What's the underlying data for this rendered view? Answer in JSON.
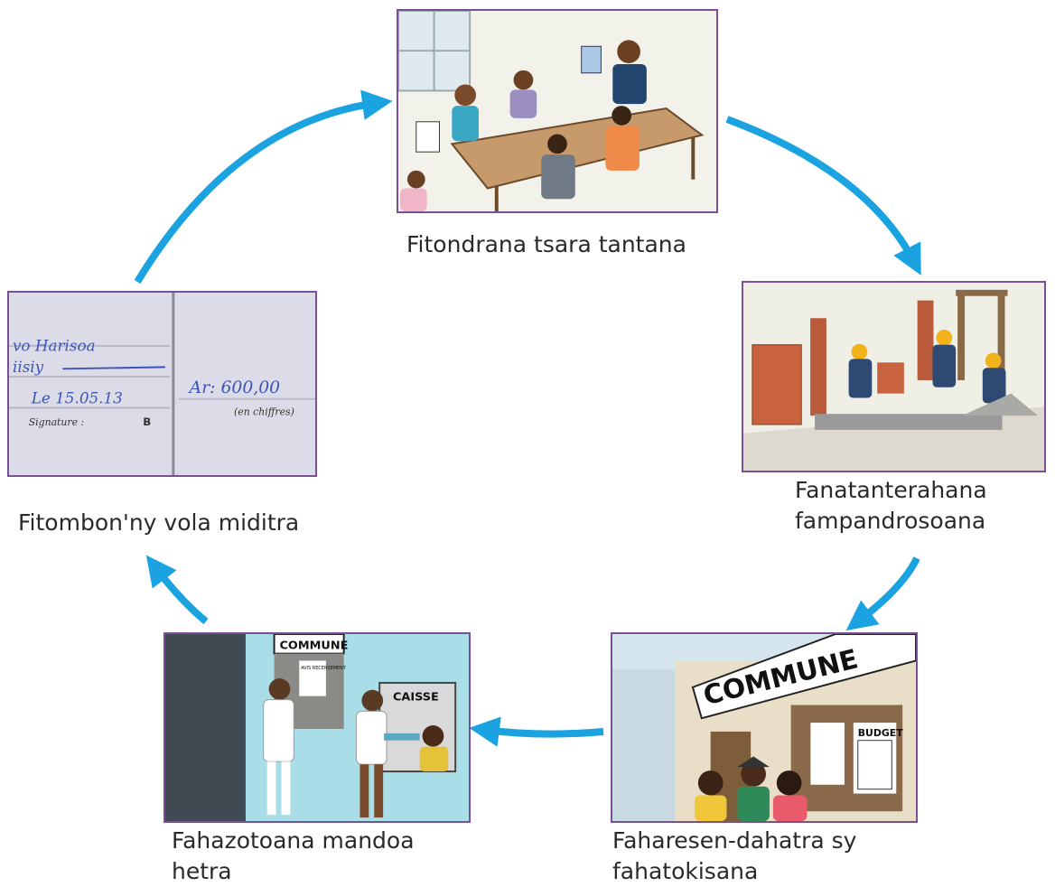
{
  "stages": [
    {
      "id": "meeting",
      "caption": "Fitondrana tsara tantana"
    },
    {
      "id": "construction",
      "caption": "Fanatanterahana\nfampandrosoana"
    },
    {
      "id": "commune-notice",
      "caption": "Faharesen-dahatra sy\nfahatokisana"
    },
    {
      "id": "tax-office",
      "caption": "Fahazotoana mandoa\nhetra"
    },
    {
      "id": "receipt",
      "caption": "Fitombon'ny vola miditra"
    }
  ],
  "signs": {
    "commune_big": "COMMUNE",
    "budget": "BUDGET",
    "commune_small": "COMMUNE",
    "caisse": "CAISSE",
    "notice": "AVIS RECENSEMENT"
  },
  "receipt": {
    "name_line1": "vo Harisoa",
    "name_line2": "iisiy",
    "date": "Le 15.05.13",
    "signature_label": "Signature :",
    "signature_mark": "B",
    "amount": "Ar: 600,00",
    "amount_note": "(en chiffres)"
  },
  "colors": {
    "arrow": "#1aa3e0",
    "frame": "#7a4f93"
  }
}
